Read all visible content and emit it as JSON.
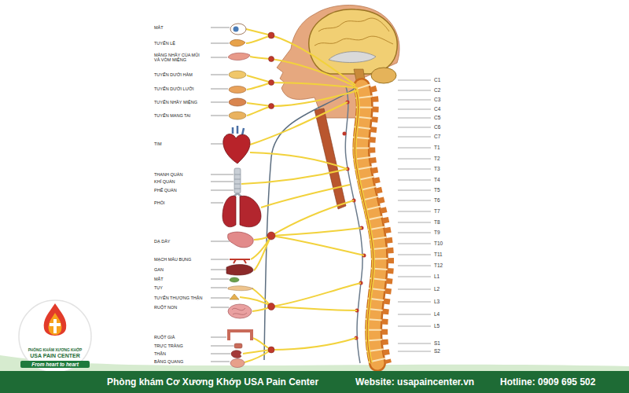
{
  "diagram": {
    "nodes": [
      {
        "text": [
          "Phòng khám Cơ Xương Khớp USA Pain Center",
          "Website: usapaincenter.vn",
          "Hotline: 0909 695 502"
        ]
      },
      {
        "text": [
          "PHÒNG KHÁM XƯƠNG KHỚP",
          "USA PAIN CENTER",
          "From heart to heart"
        ]
      }
    ],
    "labels": [
      "MẮT",
      "TUYẾN LỆ",
      "MÀNG NHẦY CỦA MŨI VÀ VÒM MIỆNG",
      "TUYẾN DƯỚI HÀM",
      "TUYẾN DƯỚI LƯỠI",
      "TUYẾN NHẦY MIỆNG",
      "TUYẾN MANG TAI",
      "TIM",
      "THANH QUẢN",
      "KHÍ QUẢN",
      "PHẾ QUẢN",
      "PHỔI",
      "DẠ DÀY",
      "MẠCH MÁU BỤNG",
      "GAN",
      "MẬT",
      "TỤY",
      "TUYẾN THƯỢNG THẬN",
      "RUỘT NON",
      "RUỘT GIÀ",
      "TRỰC TRÀNG",
      "THẬN",
      "BÀNG QUANG",
      "C1",
      "C2",
      "C3",
      "C4",
      "C5",
      "C6",
      "C7",
      "T1",
      "T2",
      "T3",
      "T4",
      "T5",
      "T6",
      "T7",
      "T8",
      "T9",
      "T10",
      "T11",
      "T12",
      "L1",
      "L2",
      "L3",
      "L4",
      "L5",
      "S1",
      "S2"
    ]
  }
}
